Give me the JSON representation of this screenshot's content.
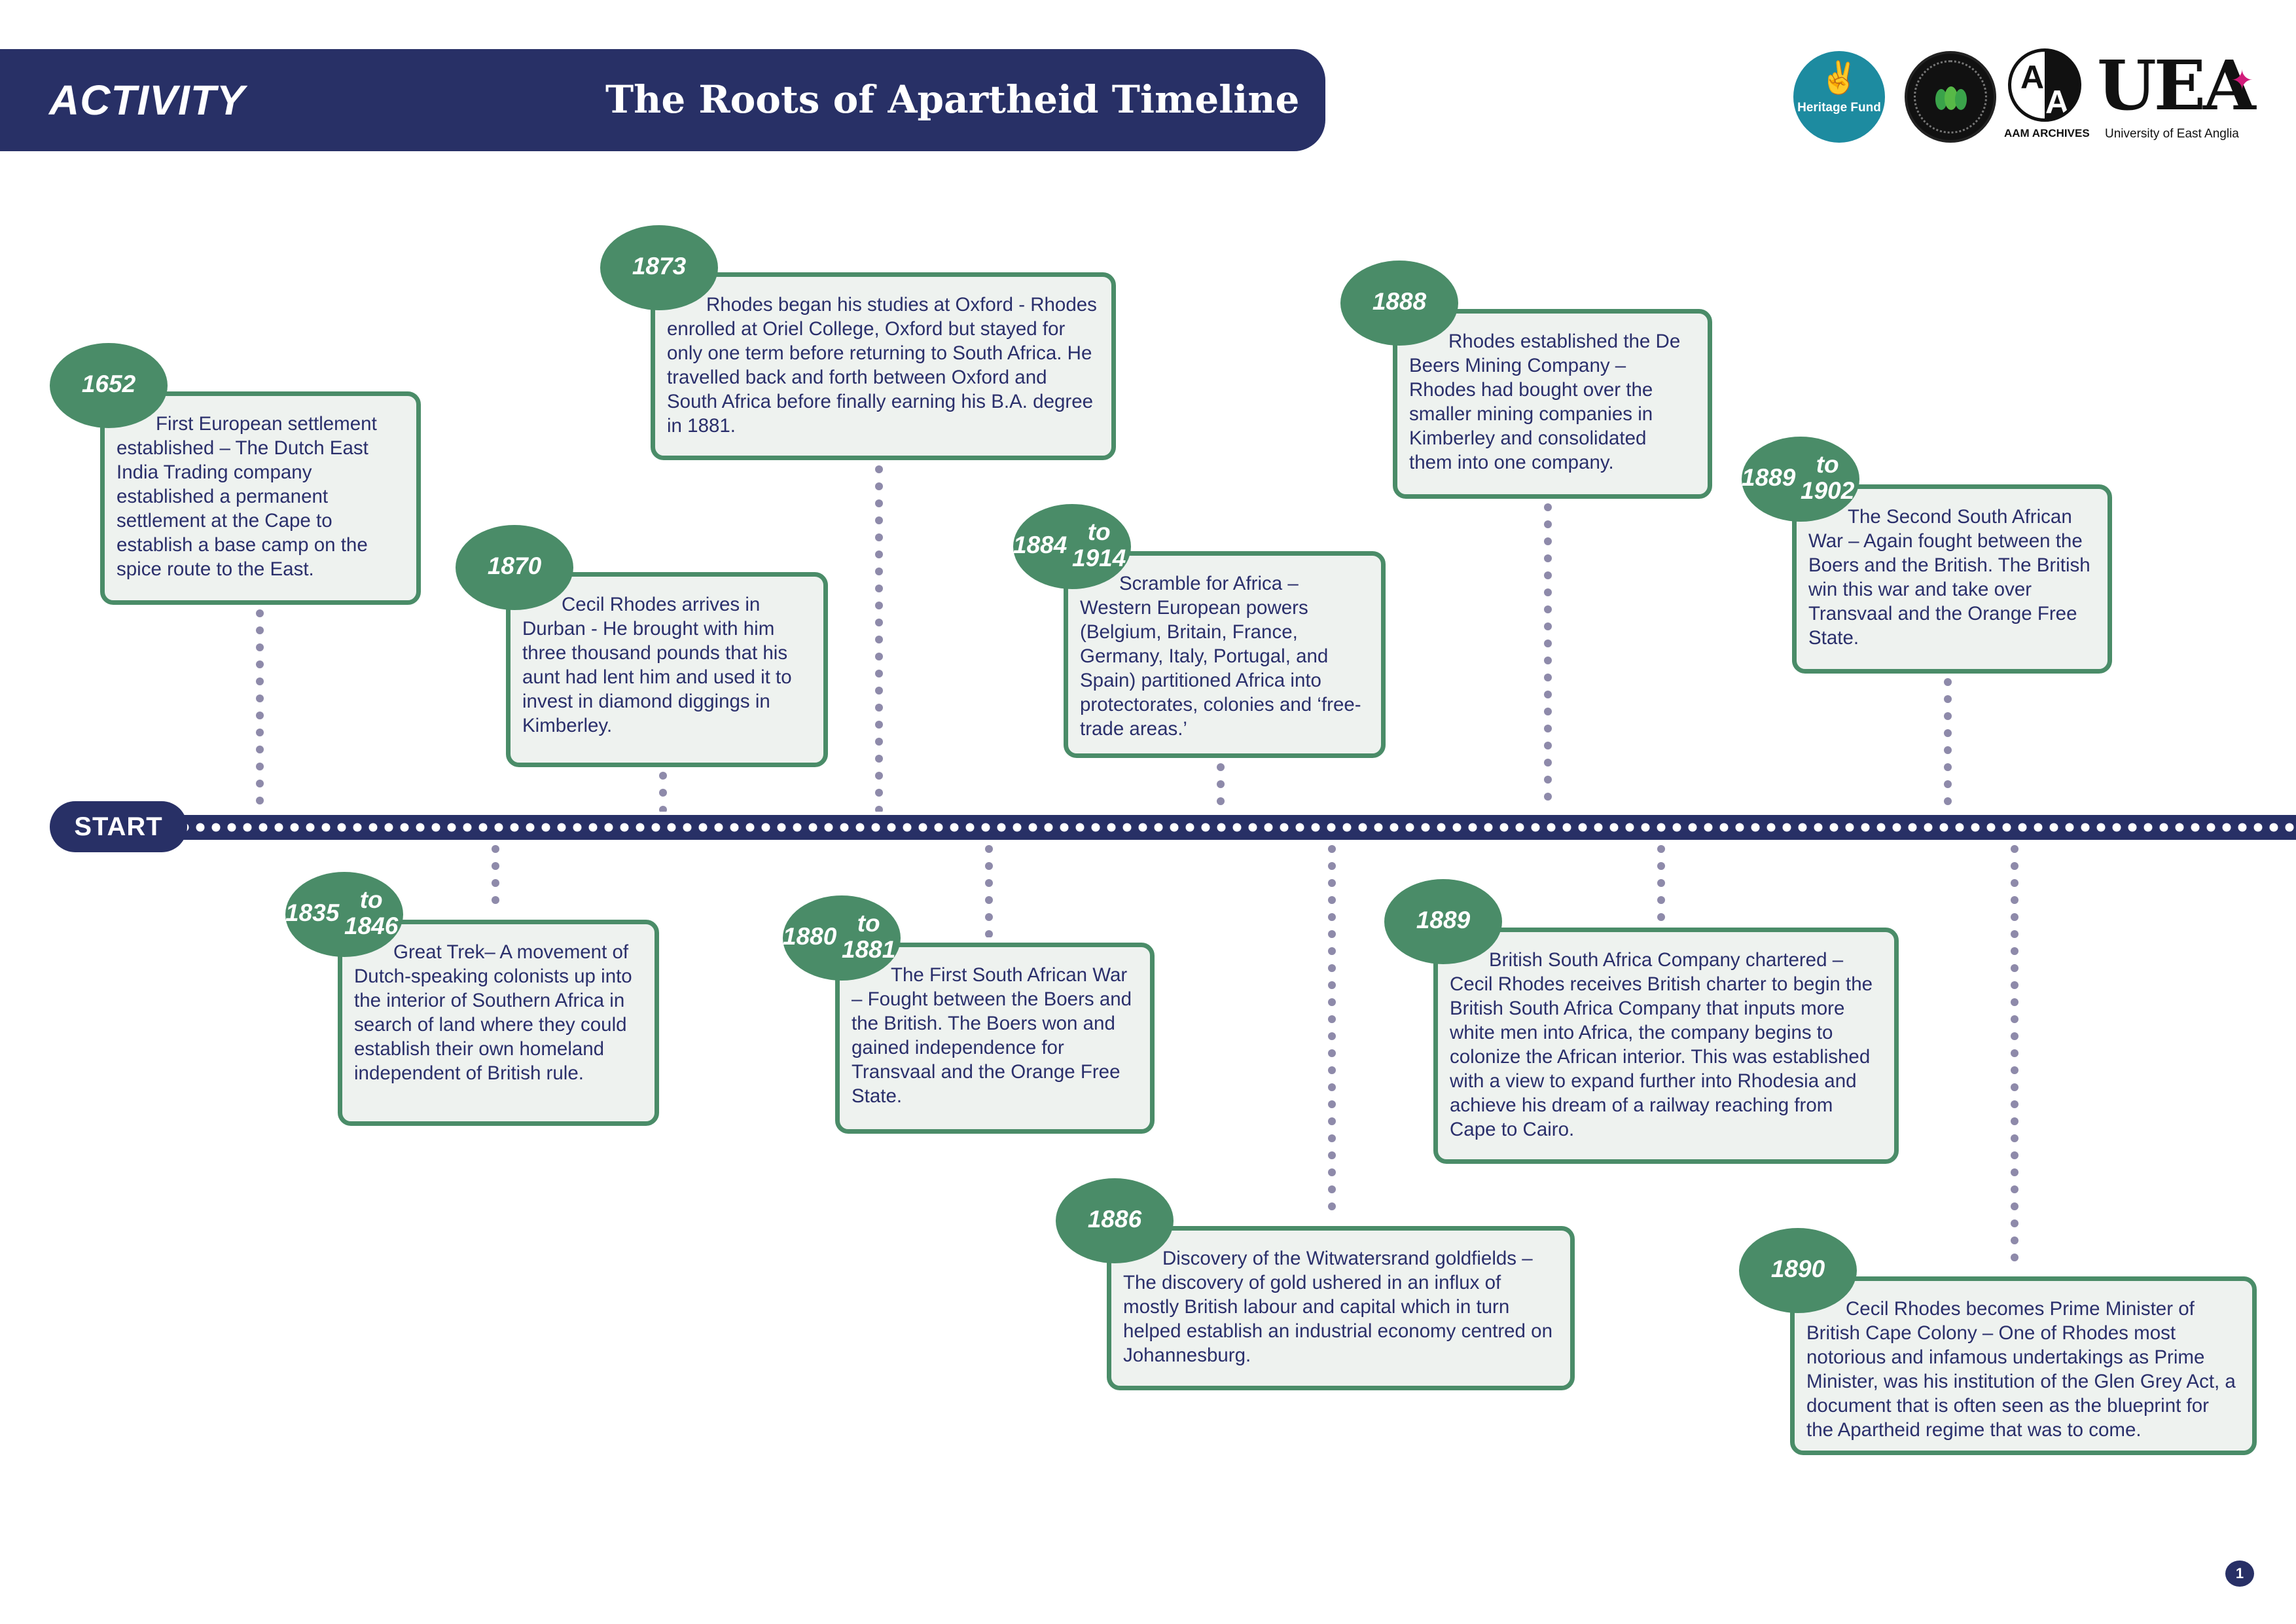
{
  "header": {
    "label": "ACTIVITY",
    "title": "The Roots of Apartheid Timeline"
  },
  "logos": {
    "heritage_fund": "Heritage Fund",
    "aam_archives": "AAM ARCHIVES",
    "uea_mark": "UEA",
    "uea_caption": "University of East Anglia"
  },
  "timeline": {
    "start_label": "START"
  },
  "events": [
    {
      "date": "1652",
      "text": "First European settlement established – The Dutch East India Trading company established a permanent settlement at the Cape to establish a base camp on the spice route to the East."
    },
    {
      "date": "1835 to 1846",
      "text": "Great Trek– A movement of Dutch-speaking colonists up into the interior of Southern Africa in search of land where they could establish their own homeland independent of British rule."
    },
    {
      "date": "1870",
      "text": "Cecil Rhodes arrives in Durban - He brought with him three thousand pounds that his aunt had lent him and used it to invest in diamond diggings in Kimberley."
    },
    {
      "date": "1873",
      "text": "Rhodes began his studies at Oxford - Rhodes enrolled at Oriel College, Oxford but stayed for only one term before returning to South Africa. He travelled back and forth between Oxford and South Africa before finally earning his B.A. degree in 1881."
    },
    {
      "date": "1880 to 1881",
      "text": "The First South African War – Fought between the Boers and the British. The Boers won and gained independence for Transvaal and the Orange Free State."
    },
    {
      "date": "1884 to 1914",
      "text": "Scramble for Africa – Western European powers (Belgium, Britain, France, Germany, Italy, Portugal, and Spain) partitioned Africa into protectorates, colonies and ‘free-trade areas.’"
    },
    {
      "date": "1886",
      "text": "Discovery of the Witwatersrand goldfields – The discovery of gold ushered in an influx of mostly British labour and capital which in turn helped establish an industrial economy centred on Johannesburg."
    },
    {
      "date": "1888",
      "text": "Rhodes established the De Beers Mining Company – Rhodes had bought over the smaller mining companies in Kimberley and consolidated them into one company."
    },
    {
      "date": "1889",
      "text": "British South Africa Company chartered – Cecil Rhodes receives British charter to begin the British South Africa Company that inputs more white men into Africa, the company begins to colonize the African interior. This was established with a view to expand further into Rhodesia and achieve his dream of a railway reaching from Cape to Cairo."
    },
    {
      "date": "1889 to 1902",
      "text": "The Second South African War – Again fought between the Boers and the British. The British win this war and take over Transvaal and the Orange Free State."
    },
    {
      "date": "1890",
      "text": "Cecil Rhodes becomes Prime Minister of British Cape Colony – One of Rhodes most notorious and infamous undertakings as Prime Minister, was his institution of the Glen Grey Act, a document that is often seen as the blueprint for the Apartheid regime that was to come."
    }
  ],
  "page_number": "1",
  "colors": {
    "navy": "#283066",
    "green": "#4a8c68",
    "card_bg": "#eef2ef",
    "dots": "#8e8aaa",
    "heritage_teal": "#1d8ba0",
    "uea_star": "#d11b7a"
  }
}
